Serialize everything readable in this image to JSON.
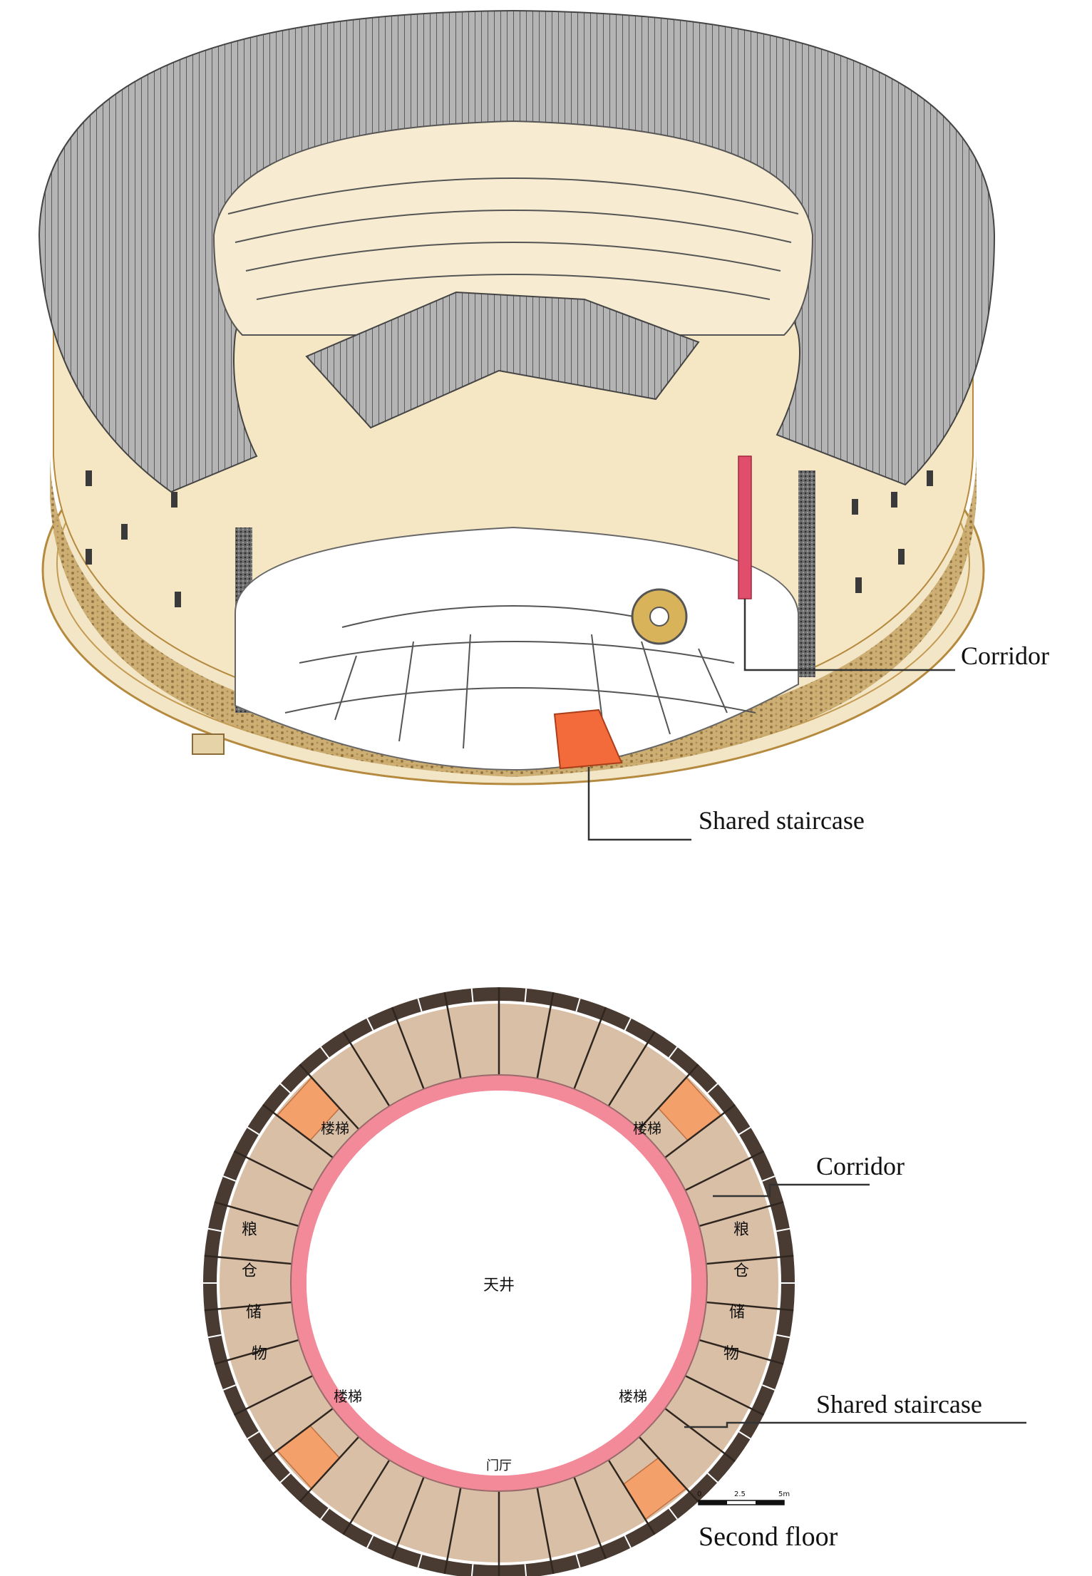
{
  "top_view": {
    "corridor_label": "Corridor",
    "staircase_label": "Shared staircase"
  },
  "plan_view": {
    "corridor_label": "Corridor",
    "staircase_label": "Shared staircase",
    "floor_label": "Second floor",
    "courtyard_label": "天井",
    "stair_text_nw": "楼梯",
    "stair_text_ne": "楼梯",
    "stair_text_sw": "楼梯",
    "stair_text_se": "楼梯",
    "entrance_text": "门厅",
    "storage_left": [
      "粮",
      "仓",
      "储",
      "物"
    ],
    "storage_right": [
      "粮",
      "仓",
      "储",
      "物"
    ],
    "scale_ticks": [
      "0",
      "2.5",
      "5m"
    ]
  },
  "colors": {
    "corridor": "#f28a9a",
    "staircase": "#f4a06b",
    "room": "#d9bfa6",
    "outer_wall": "#4a3b32",
    "roof": "#8a8a8a",
    "wall_cream": "#f3e2c0"
  }
}
